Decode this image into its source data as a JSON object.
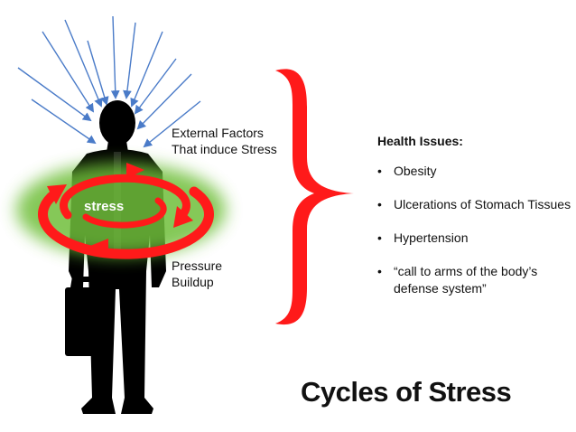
{
  "diagram": {
    "center_label": "stress",
    "external_label_line1": "External Factors",
    "external_label_line2": "That induce Stress",
    "pressure_label_line1": "Pressure",
    "pressure_label_line2": "Buildup",
    "health_title": "Health Issues:",
    "health_issues": [
      {
        "bullet": "•",
        "text": "Obesity"
      },
      {
        "bullet": "•",
        "text": "Ulcerations of Stomach Tissues"
      },
      {
        "bullet": "•",
        "text": "Hypertension"
      },
      {
        "bullet": "•",
        "text": "“call to arms of the body’s defense system”"
      }
    ],
    "main_title": "Cycles of Stress"
  },
  "colors": {
    "arrow_blue": "#4a7bc8",
    "swirl_red": "#ff1a1a",
    "glow_green": "#6fbf3a",
    "silhouette": "#000000",
    "brace_red": "#ff1a1a"
  },
  "icons": [
    "man-silhouette-icon",
    "briefcase-icon",
    "curly-brace-icon"
  ]
}
